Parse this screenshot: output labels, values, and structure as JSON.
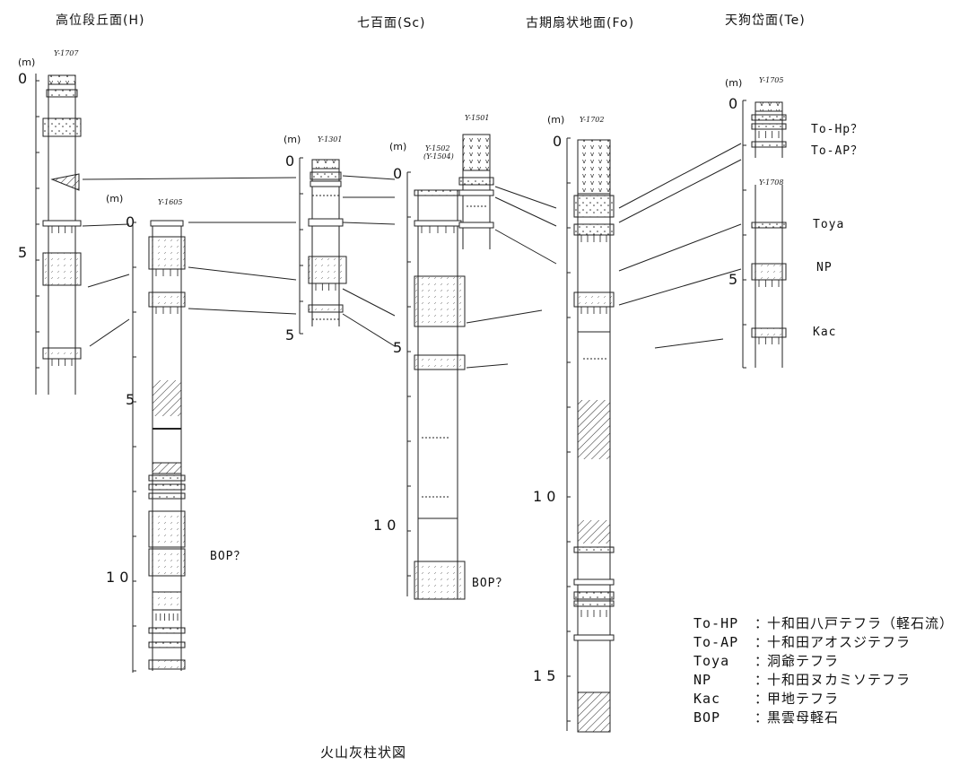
{
  "headers": {
    "h": "高位段丘面(H)",
    "sc": "七百面(Sc)",
    "fo": "古期扇状地面(Fo)",
    "te": "天狗岱面(Te)"
  },
  "units": {
    "u1": "(m)",
    "u2": "(m)",
    "u3": "(m)",
    "u4": "(m)",
    "u5": "(m)",
    "u6": "(m)"
  },
  "ticks": {
    "t0a": "0",
    "t5a": "5",
    "t0b": "0",
    "t5b": "5",
    "t10b": "1 0",
    "t0c": "0",
    "t5c": "5",
    "t0d": "0",
    "t5d": "5",
    "t10d": "1 0",
    "t0e": "0",
    "t10e": "1 0",
    "t15e": "1 5",
    "t0f": "0",
    "t5f": "5"
  },
  "section_ids": {
    "s1": "Y-1707",
    "s2": "Y-1605",
    "s3": "Y-1301",
    "s4": "Y-1502",
    "s4b": "(Y-1504)",
    "s5": "Y-1501",
    "s6": "Y-1702",
    "s7": "Y-1705",
    "s8": "Y-1708"
  },
  "labels": {
    "to_hp": "To-Hp？",
    "to_ap": "To-AP？",
    "toya": "Toya",
    "np": "NP",
    "kac": "Kac",
    "bop1": "BOP？",
    "bop2": "BOP？"
  },
  "legend": [
    {
      "key": "To-HP",
      "sep": "：",
      "desc": "十和田八戸テフラ（軽石流）"
    },
    {
      "key": "To-AP",
      "sep": "：",
      "desc": "十和田アオスジテフラ"
    },
    {
      "key": "Toya",
      "sep": "：",
      "desc": "洞爺テフラ"
    },
    {
      "key": "NP",
      "sep": "：",
      "desc": "十和田ヌカミソテフラ"
    },
    {
      "key": "Kac",
      "sep": "：",
      "desc": "甲地テフラ"
    },
    {
      "key": "BOP",
      "sep": "：",
      "desc": "黒雲母軽石"
    }
  ],
  "caption": "火山灰柱状図"
}
